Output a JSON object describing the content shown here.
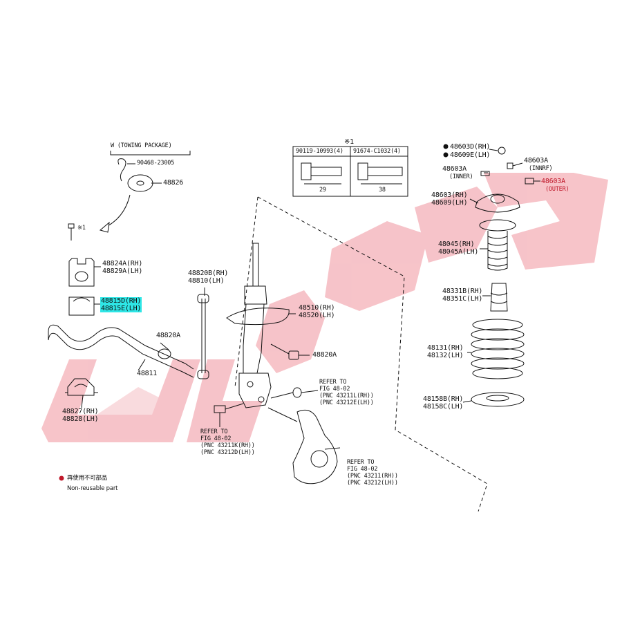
{
  "watermark": {
    "text": "ﺍﻟﻠﻪ ﺟﺯ",
    "color": "#f2a6ae"
  },
  "colors": {
    "line": "#111111",
    "highlight": "#2ee6e6",
    "accent_red": "#c0182a"
  },
  "header_note": "※1",
  "bolt_table": {
    "col1": {
      "part": "90119-10993(4)",
      "dim": "29"
    },
    "col2": {
      "part": "91674-C1032(4)",
      "dim": "38"
    }
  },
  "labels": {
    "towing": "W (TOWING PACKAGE)",
    "p90468": "90468-23005",
    "p48826": "48826",
    "star1": "※1",
    "p48824": [
      "48824A(RH)",
      "48829A(LH)"
    ],
    "p48815": [
      "48815D(RH)",
      "48815E(LH)"
    ],
    "p48820a_left": "48820A",
    "p48811": "48811",
    "p48827": [
      "48827(RH)",
      "48828(LH)"
    ],
    "p48820b": [
      "48820B(RH)",
      "48810(LH)"
    ],
    "p48510": [
      "48510(RH)",
      "48520(LH)"
    ],
    "p48820a_right": "48820A",
    "refer_upper": [
      "REFER TO",
      "FIG 48-02",
      "(PNC 43211L(RH))",
      "(PNC 43212E(LH))"
    ],
    "refer_left": [
      "REFER TO",
      "FIG 48-02",
      "(PNC 43211K(RH))",
      "(PNC 43212D(LH))"
    ],
    "refer_lower": [
      "REFER TO",
      "FIG 48-02",
      "(PNC 43211(RH))",
      "(PNC 43212(LH))"
    ],
    "p48603d": "48603D(RH)",
    "p48609e": "48609E(LH)",
    "p48603a_inner": "48603A",
    "inner": "(INNER)",
    "p48603a_innrf": "48603A",
    "innrf": "(INNRF)",
    "p48603a_outer": "48603A",
    "outer": "(OUTER)",
    "p48603": [
      "48603(RH)",
      "48609(LH)"
    ],
    "p48045": [
      "48045(RH)",
      "48045A(LH)"
    ],
    "p48331": [
      "48331B(RH)",
      "48351C(LH)"
    ],
    "p48131": [
      "48131(RH)",
      "48132(LH)"
    ],
    "p48158": [
      "48158B(RH)",
      "48158C(LH)"
    ]
  },
  "legend": {
    "jp": "再使用不可部品",
    "en": "Non-reusable part"
  }
}
